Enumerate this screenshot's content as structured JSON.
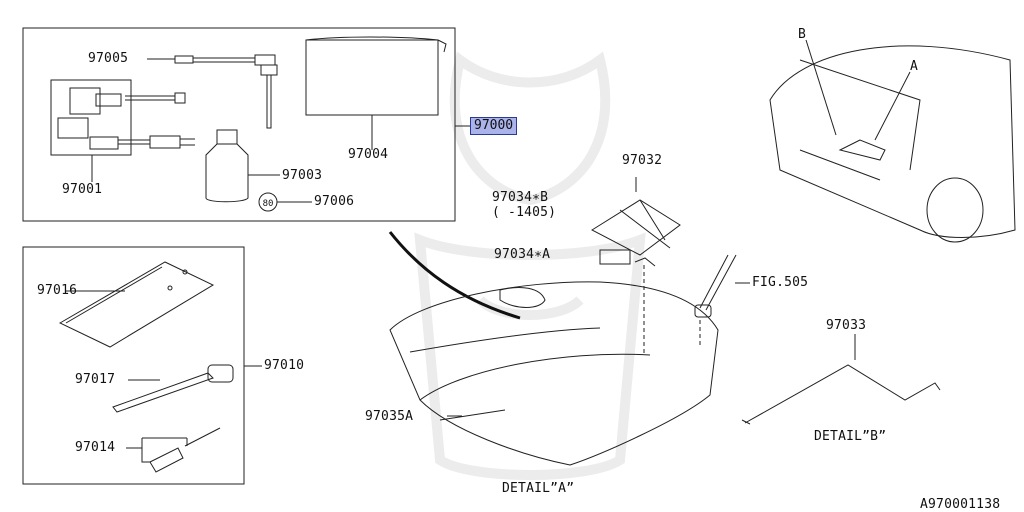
{
  "diagram": {
    "ref_code": "A970001138",
    "callouts": {
      "p97000": "97000",
      "p97005": "97005",
      "p97004": "97004",
      "p97001": "97001",
      "p97003": "97003",
      "p97006": "97006",
      "p97032": "97032",
      "p97034b": "97034∗B",
      "p97034b_note": "(  -1405)",
      "p97034a": "97034∗A",
      "fig505": "FIG.505",
      "p97016": "97016",
      "p97010": "97010",
      "p97017": "97017",
      "p97014": "97014",
      "p97035a": "97035A",
      "p97033": "97033",
      "tag_a": "A",
      "tag_b": "B"
    },
    "captions": {
      "detail_a": "DETAIL”A”",
      "detail_b": "DETAIL”B”"
    },
    "badge_80": "80",
    "highlight_color": "#aab3ea"
  }
}
